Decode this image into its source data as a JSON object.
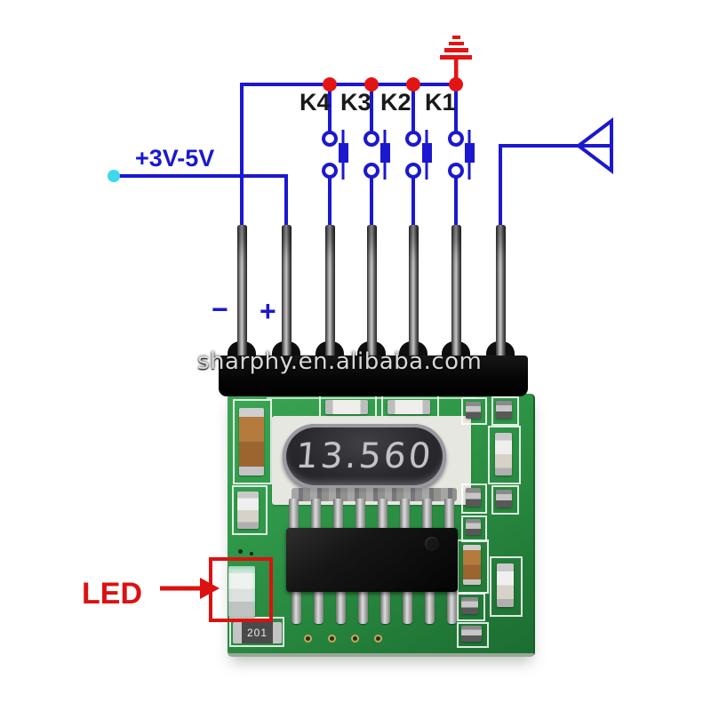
{
  "schematic": {
    "power_label": "+3V-5V",
    "pin_labels": {
      "minus": "−",
      "plus": "+"
    },
    "button_labels": [
      "K4",
      "K3",
      "K2",
      "K1"
    ],
    "led_label": "LED",
    "icons": {
      "ground": "earth-ground-icon",
      "antenna": "antenna-icon",
      "led_arrow": "right-arrow-icon"
    },
    "colors": {
      "wire_blue": "#1b18cf",
      "junction_red": "#e21414",
      "annotation_red": "#dc1111",
      "power_node_cyan": "#3fd8e8",
      "label_black": "#1a1a1a"
    }
  },
  "pcb": {
    "crystal_marking": "13.560",
    "resistor_marking": "201",
    "watermark": "sharphy.en.alibaba.com"
  }
}
